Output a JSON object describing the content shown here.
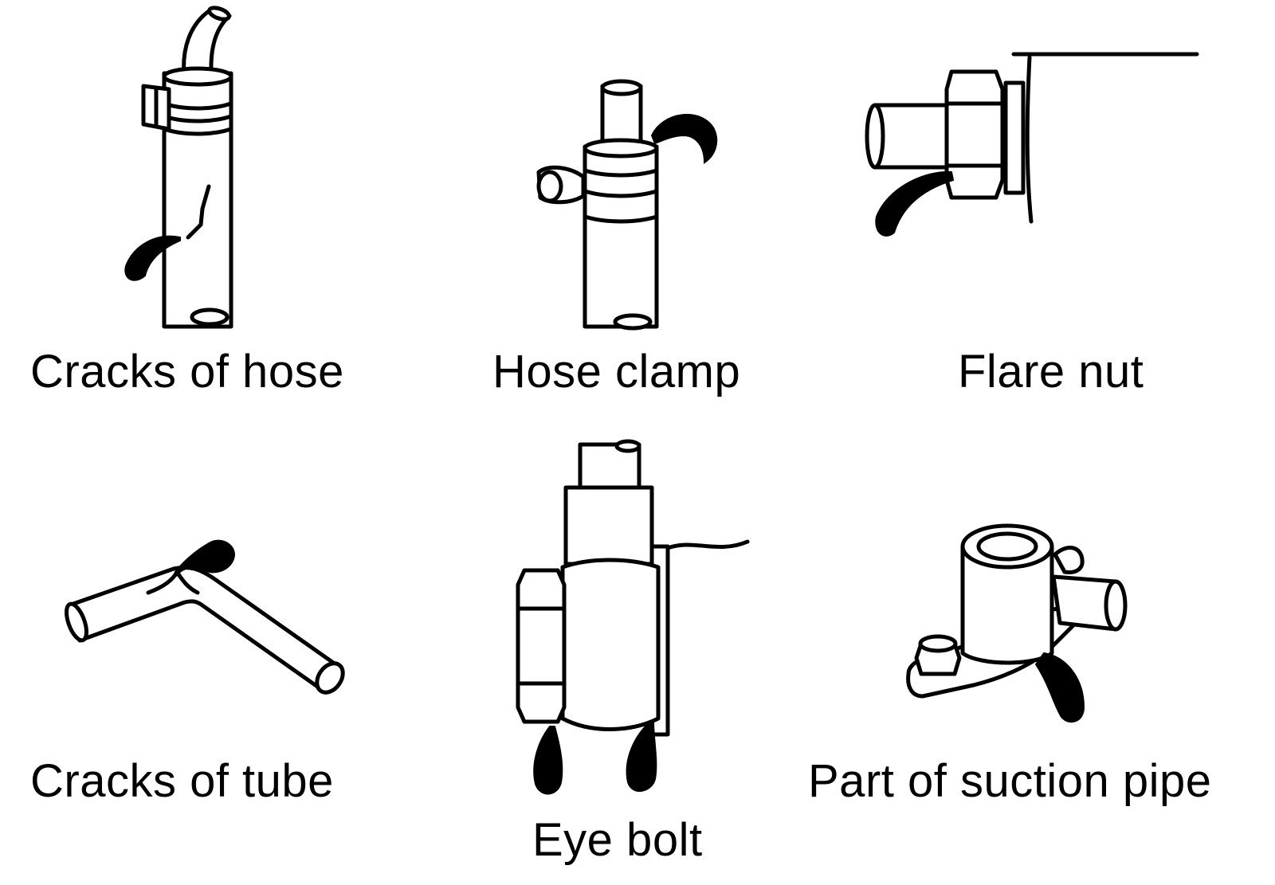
{
  "captions": {
    "cracks_of_hose": "Cracks of hose",
    "hose_clamp": "Hose clamp",
    "flare_nut": "Flare nut",
    "cracks_of_tube": "Cracks of tube",
    "eye_bolt": "Eye bolt",
    "suction_pipe": "Part of suction pipe"
  },
  "colors": {
    "ink": "#000000",
    "background": "#ffffff"
  }
}
